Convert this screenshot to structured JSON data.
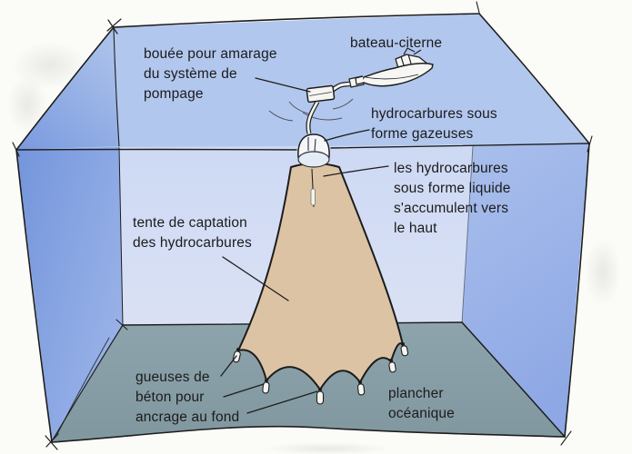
{
  "colors": {
    "background": "#fbfbf8",
    "water_surface": "#b2c7ee",
    "surface_shade_dark": "#7a9adf",
    "surface_shade_light": "#aac1ea",
    "back_wall_top": "#cdd9f4",
    "back_wall_bottom": "#dae1f4",
    "left_wall_dark": "#7495dc",
    "left_wall_light": "#9ab3e8",
    "right_wall_top": "#a9bfec",
    "right_wall_bottom": "#8ea8e5",
    "floor_back": "#8ea4ac",
    "floor_front": "#81979f",
    "tent": "#dcc3a4",
    "outline": "#1d1d1d",
    "text": "#1b1b1b",
    "white_object": "#f4f5f1"
  },
  "labels": {
    "mooring_buoy": {
      "lines": [
        "bouée pour amarage",
        "du système de",
        "pompage"
      ]
    },
    "tanker_ship": {
      "text": "bateau-citerne"
    },
    "gas_hydrocarbons": {
      "lines": [
        "hydrocarbures sous",
        "forme gazeuses"
      ]
    },
    "liquid_hydrocarbons": {
      "lines": [
        "les hydrocarbures",
        "sous forme liquide",
        "s'accumulent vers",
        "le haut"
      ]
    },
    "capture_tent": {
      "lines": [
        "tente de captation",
        "des hydrocarbures"
      ]
    },
    "concrete_anchors": {
      "lines": [
        "gueuses de",
        "béton pour",
        "ancrage au fond"
      ]
    },
    "ocean_floor": {
      "lines": [
        "plancher",
        "océanique"
      ]
    }
  }
}
